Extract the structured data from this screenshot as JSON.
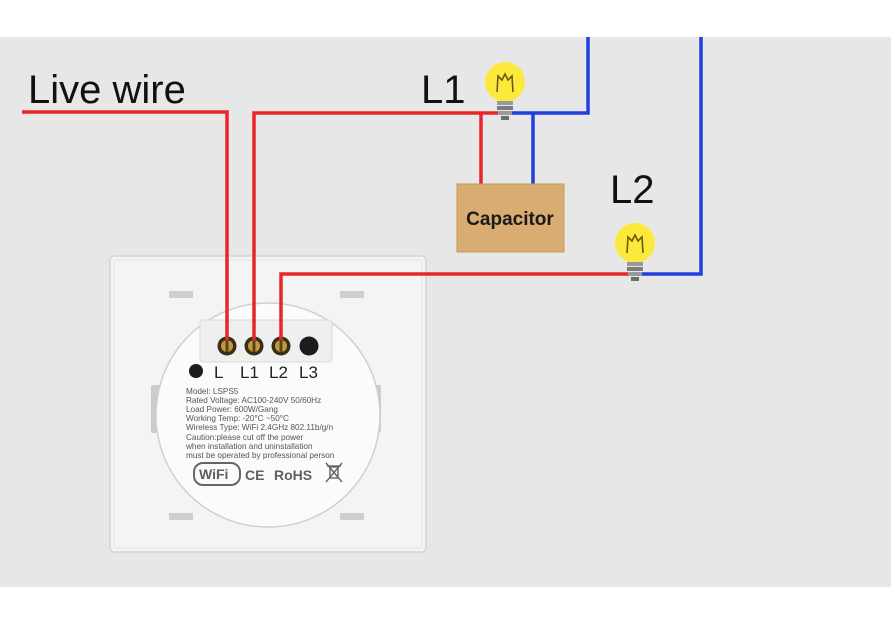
{
  "labels": {
    "live_wire": "Live wire",
    "l1": "L1",
    "l2": "L2",
    "capacitor": "Capacitor"
  },
  "terminals": [
    "L",
    "L1",
    "L2",
    "L3"
  ],
  "specs": [
    "Model: LSPS5",
    "Rated Voltage: AC100-240V 50/60Hz",
    "Load Power: 600W/Gang",
    "Working Temp: -20°C ~50°C",
    "Wireless Type: WiFi 2.4GHz 802.11b/g/n",
    "Caution:please cut off the power",
    "when installation and uninstallation",
    "must be operated by professional person"
  ],
  "badges": {
    "wifi": "WiFi",
    "ce": "CE",
    "rohs": "RoHS"
  },
  "colors": {
    "background": "#e8e7e8",
    "live_wire": "#e8262a",
    "neutral_wire": "#1f3fe0",
    "capacitor": "#d9ac72",
    "bulb": "#fbe93b",
    "switch_plate": "#f5f5f5"
  }
}
